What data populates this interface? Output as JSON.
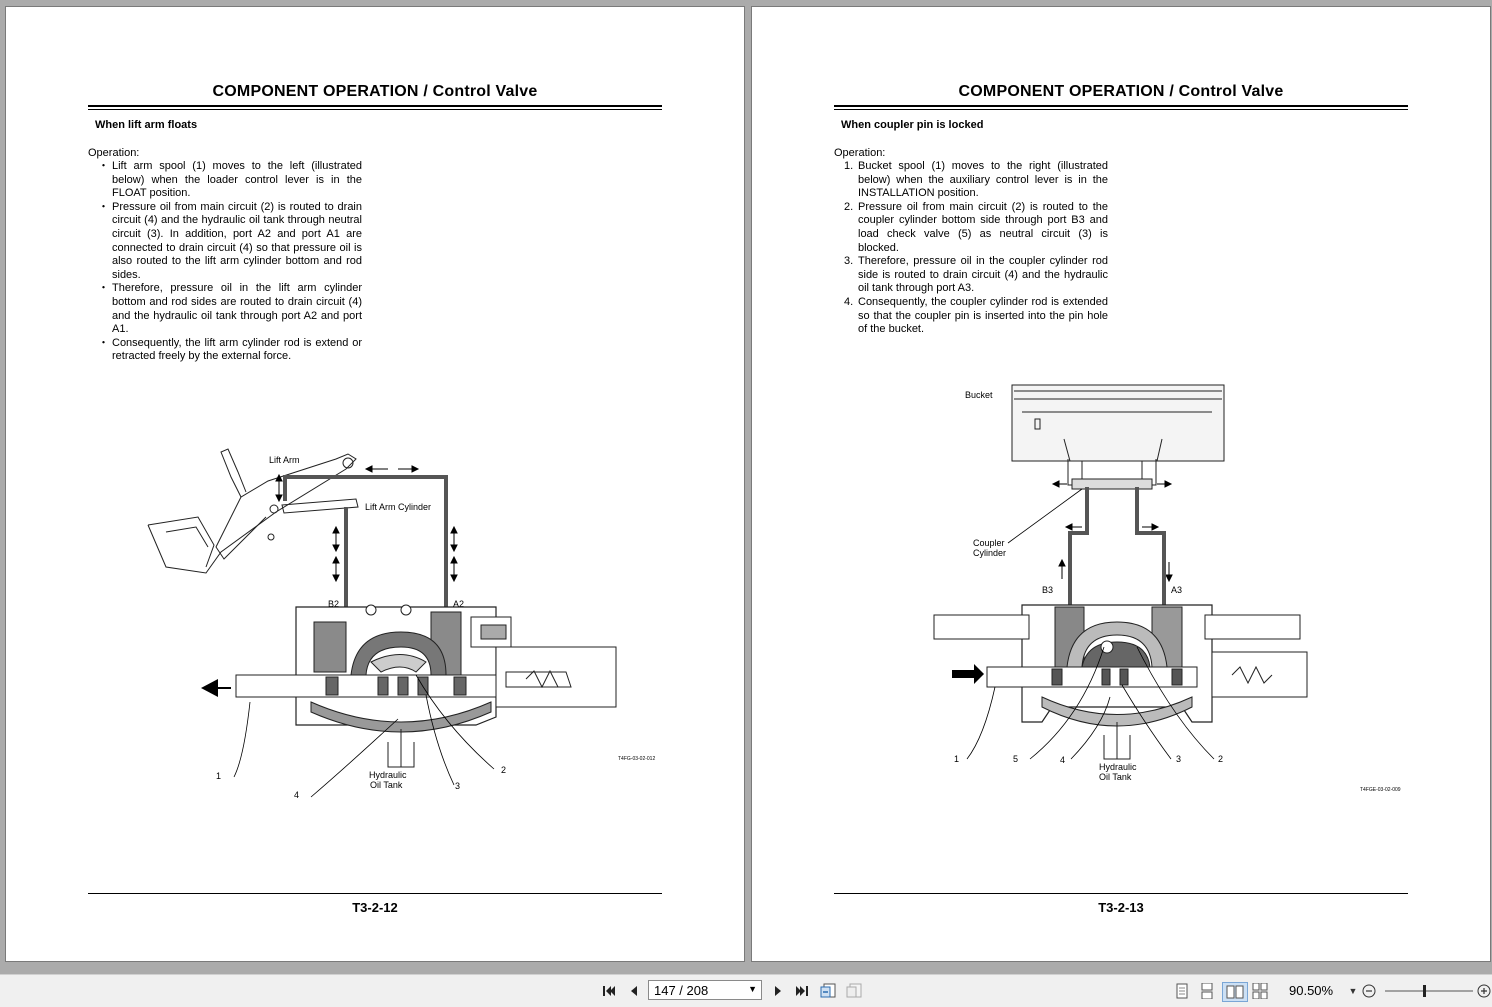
{
  "pages": {
    "left": {
      "header": "COMPONENT OPERATION / Control Valve",
      "subtitle": "When lift arm floats",
      "operation_label": "Operation:",
      "marker": "・",
      "items": [
        "Lift arm spool (1) moves to the left (illustrated below) when the loader control lever is in the FLOAT position.",
        "Pressure oil from main circuit (2) is routed to drain circuit (4) and the hydraulic oil tank through neutral circuit (3). In addition, port A2 and port A1 are connected to drain circuit (4) so that pressure oil is also routed to the lift arm cylinder bottom and rod sides.",
        "Therefore, pressure oil in the lift arm cylinder bottom and rod sides are routed to drain circuit (4) and the hydraulic oil tank through port A2 and port A1.",
        "Consequently, the lift arm cylinder rod is extend or retracted freely by the external force."
      ],
      "figure": {
        "label_lift_arm": "Lift Arm",
        "label_cylinder": "Lift Arm Cylinder",
        "label_b2": "B2",
        "label_a2": "A2",
        "label_tank_1": "Hydraulic",
        "label_tank_2": "Oil Tank",
        "callouts": [
          "1",
          "2",
          "3",
          "4"
        ],
        "figure_code": "T4FG-03-02-012"
      },
      "page_number": "T3-2-12"
    },
    "right": {
      "header": "COMPONENT OPERATION / Control Valve",
      "subtitle": "When coupler pin is locked",
      "operation_label": "Operation:",
      "markers": [
        "1.",
        "2.",
        "3.",
        "4."
      ],
      "items": [
        "Bucket spool (1) moves to the right (illustrated below) when the auxiliary control lever is in the INSTALLATION position.",
        "Pressure oil from main circuit (2) is routed to the coupler cylinder bottom side through port B3 and load check valve (5) as neutral circuit (3) is blocked.",
        "Therefore, pressure oil in the coupler cylinder rod side is routed to drain circuit (4) and the hydraulic oil tank through port A3.",
        "Consequently, the coupler cylinder rod is extended so that the coupler pin is inserted into the pin hole of the bucket."
      ],
      "figure": {
        "label_bucket": "Bucket",
        "label_coupler_1": "Coupler",
        "label_coupler_2": "Cylinder",
        "label_b3": "B3",
        "label_a3": "A3",
        "label_tank_1": "Hydraulic",
        "label_tank_2": "Oil Tank",
        "callouts": [
          "1",
          "5",
          "4",
          "3",
          "2"
        ],
        "figure_code": "T4FGE-03-02-009"
      },
      "page_number": "T3-2-13"
    }
  },
  "toolbar": {
    "page_input": "147 / 208",
    "zoom": "90.50%",
    "icons": {
      "first": "first-page-icon",
      "prev": "prev-page-icon",
      "next": "next-page-icon",
      "last": "last-page-icon",
      "back_view": "previous-view-icon",
      "fwd_view": "next-view-icon",
      "single": "single-page-icon",
      "continuous": "continuous-page-icon",
      "facing": "facing-pages-icon",
      "cont_facing": "continuous-facing-icon",
      "zoom_out": "zoom-out-icon",
      "zoom_in": "zoom-in-icon"
    }
  }
}
